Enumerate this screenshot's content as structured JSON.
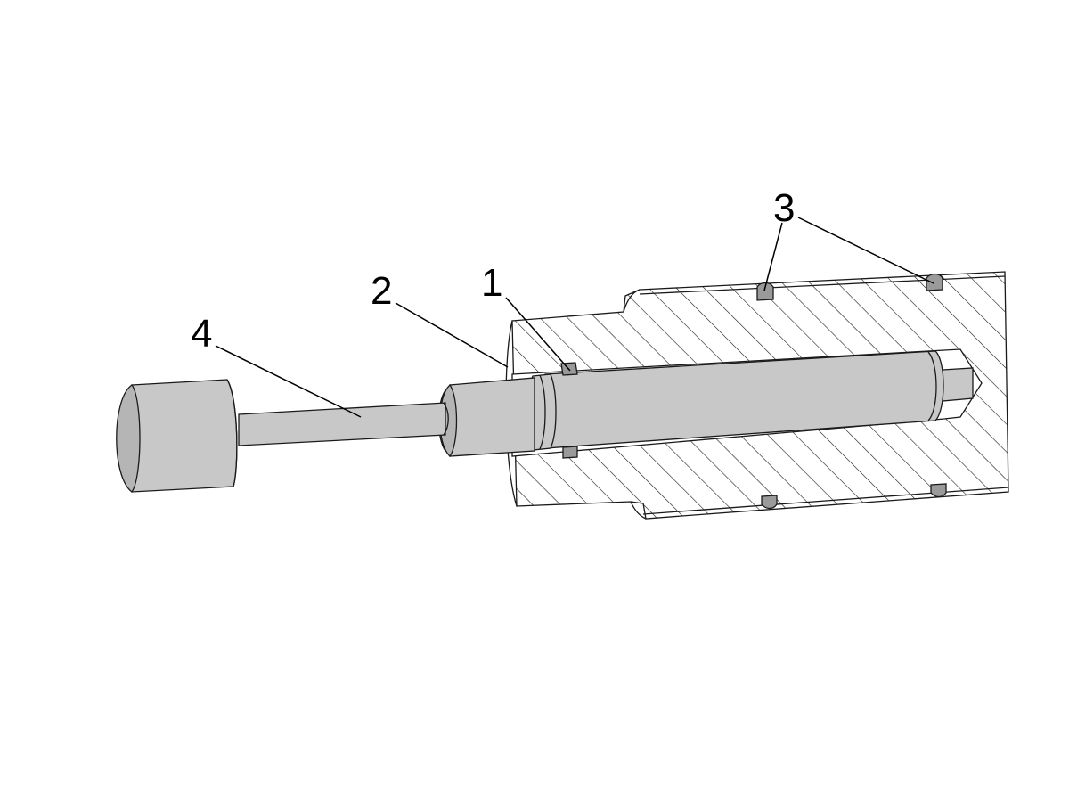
{
  "colors": {
    "background": "#ffffff",
    "part_fill": "#c8c8c8",
    "part_shade": "#b5b5b5",
    "seal_fill": "#9a9a9a",
    "housing_fill": "#ffffff",
    "hatch": "#1a1a1a",
    "outline": "#1a1a1a"
  },
  "callouts": [
    {
      "id": "1",
      "label": "1"
    },
    {
      "id": "2",
      "label": "2"
    },
    {
      "id": "3",
      "label": "3"
    },
    {
      "id": "4",
      "label": "4"
    }
  ]
}
